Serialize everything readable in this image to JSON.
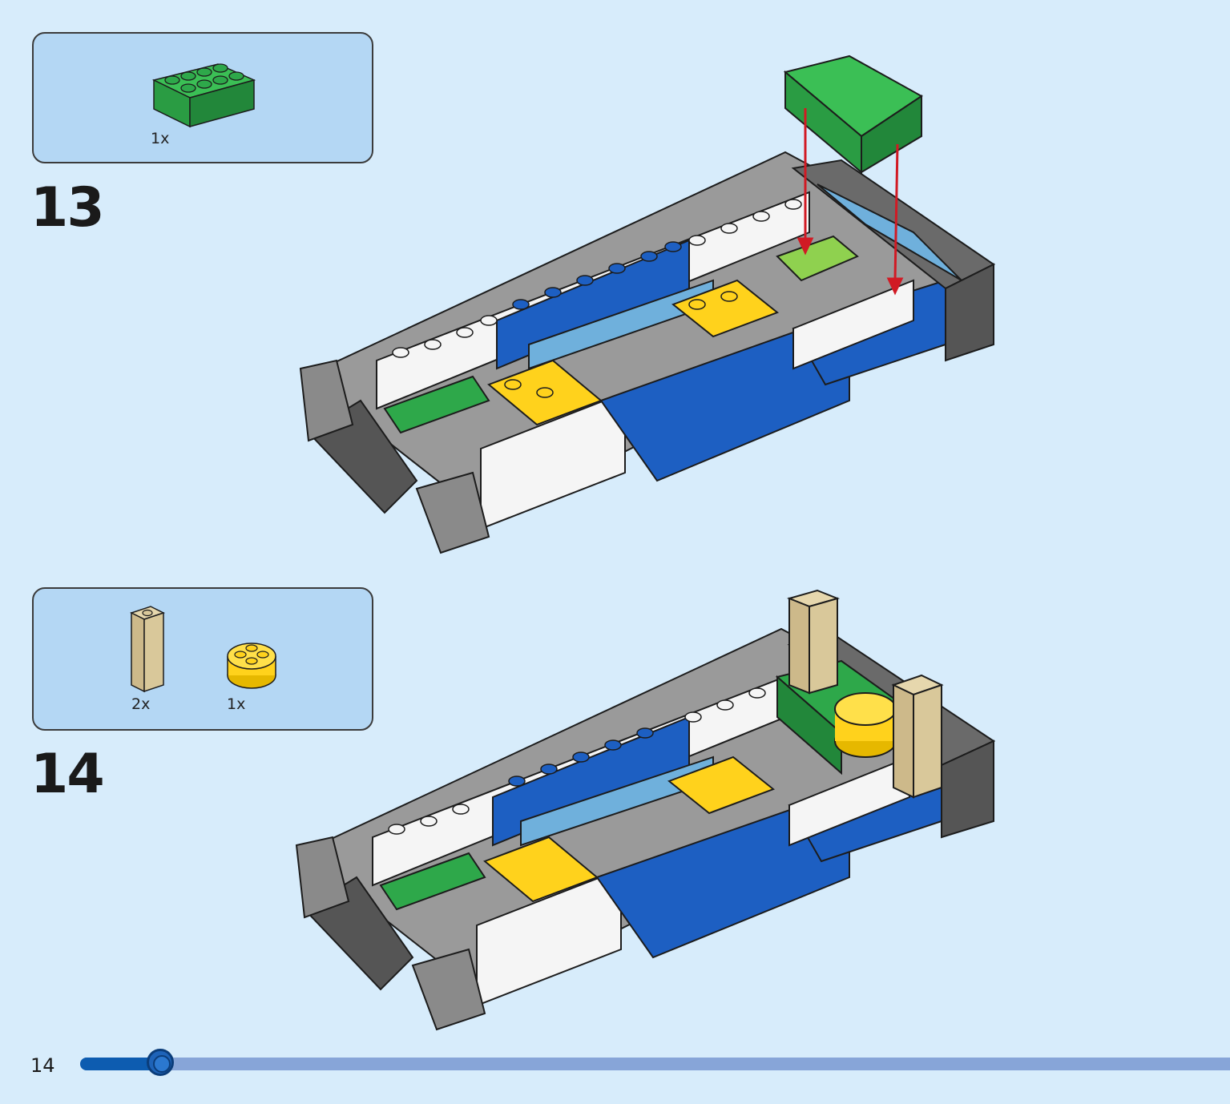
{
  "steps": [
    {
      "number": "13",
      "parts": [
        {
          "icon": "green-2x4-brick-icon",
          "color": "#2ea84a",
          "quantity": "1x"
        }
      ]
    },
    {
      "number": "14",
      "parts": [
        {
          "icon": "tan-1x1x3-brick-icon",
          "color": "#d9c89a",
          "quantity": "2x"
        },
        {
          "icon": "yellow-2x2-round-brick-icon",
          "color": "#ffd21c",
          "quantity": "1x"
        }
      ]
    }
  ],
  "footer": {
    "page_number": "14",
    "progress": 0.07
  },
  "colors": {
    "background": "#d7ecfb",
    "parts_box": "#b4d7f4",
    "progress_fill": "#0d5cb0",
    "progress_track": "#87a5d8",
    "assembly_arrow": "#d11a24"
  }
}
